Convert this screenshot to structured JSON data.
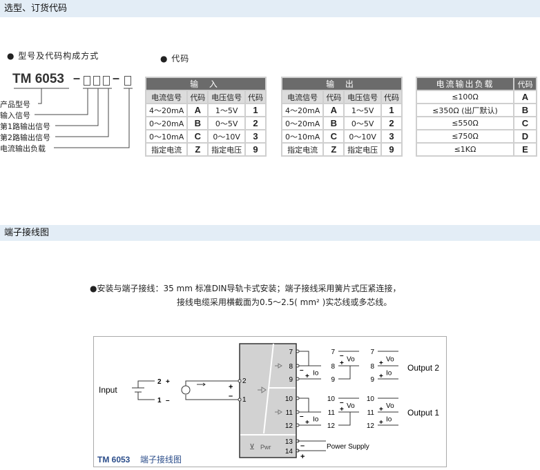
{
  "sections": {
    "order": "选型、订货代码",
    "wiring": "端子接线图"
  },
  "model": {
    "heading": "● 型号及代码构成方式",
    "code_heading": "● 代码",
    "name": "TM 6053",
    "dash": "–",
    "labels": [
      "产品型号",
      "输入信号",
      "第1路输出信号",
      "第2路输出信号",
      "电流输出负载"
    ]
  },
  "input_table": {
    "title": "输 入",
    "headers": [
      "电流信号",
      "代码",
      "电压信号",
      "代码"
    ],
    "rows": [
      [
        "4～20mA",
        "A",
        "1～5V",
        "1"
      ],
      [
        "0～20mA",
        "B",
        "0～5V",
        "2"
      ],
      [
        "0～10mA",
        "C",
        "0～10V",
        "3"
      ],
      [
        "指定电流",
        "Z",
        "指定电压",
        "9"
      ]
    ]
  },
  "output_table": {
    "title": "输 出",
    "headers": [
      "电流信号",
      "代码",
      "电压信号",
      "代码"
    ],
    "rows": [
      [
        "4～20mA",
        "A",
        "1～5V",
        "1"
      ],
      [
        "0～20mA",
        "B",
        "0～5V",
        "2"
      ],
      [
        "0～10mA",
        "C",
        "0～10V",
        "3"
      ],
      [
        "指定电流",
        "Z",
        "指定电压",
        "9"
      ]
    ]
  },
  "load_table": {
    "headers": [
      "电流输出负载",
      "代码"
    ],
    "rows": [
      [
        "≤100Ω",
        "A"
      ],
      [
        "≤350Ω (出厂默认)",
        "B"
      ],
      [
        "≤550Ω",
        "C"
      ],
      [
        "≤750Ω",
        "D"
      ],
      [
        "≤1KΩ",
        "E"
      ]
    ]
  },
  "install": {
    "line1": "●安装与端子接线：35 mm 标准DIN导轨卡式安装；端子接线采用簧片式压紧连接，",
    "line2": "接线电缆采用横截面为0.5～2.5( mm² )实芯线或多芯线。"
  },
  "diagram": {
    "input": "Input",
    "plus": "+",
    "minus": "–",
    "t": [
      "1",
      "2",
      "7",
      "8",
      "9",
      "10",
      "11",
      "12",
      "13",
      "14"
    ],
    "io": "Io",
    "vo": "Vo",
    "out2": "Output 2",
    "out1": "Output 1",
    "power": "Power Supply",
    "pwr": "Pwr",
    "caption_model": "TM 6053",
    "caption_text": "端子接线图",
    "caption_color": "#2b4d8a"
  }
}
